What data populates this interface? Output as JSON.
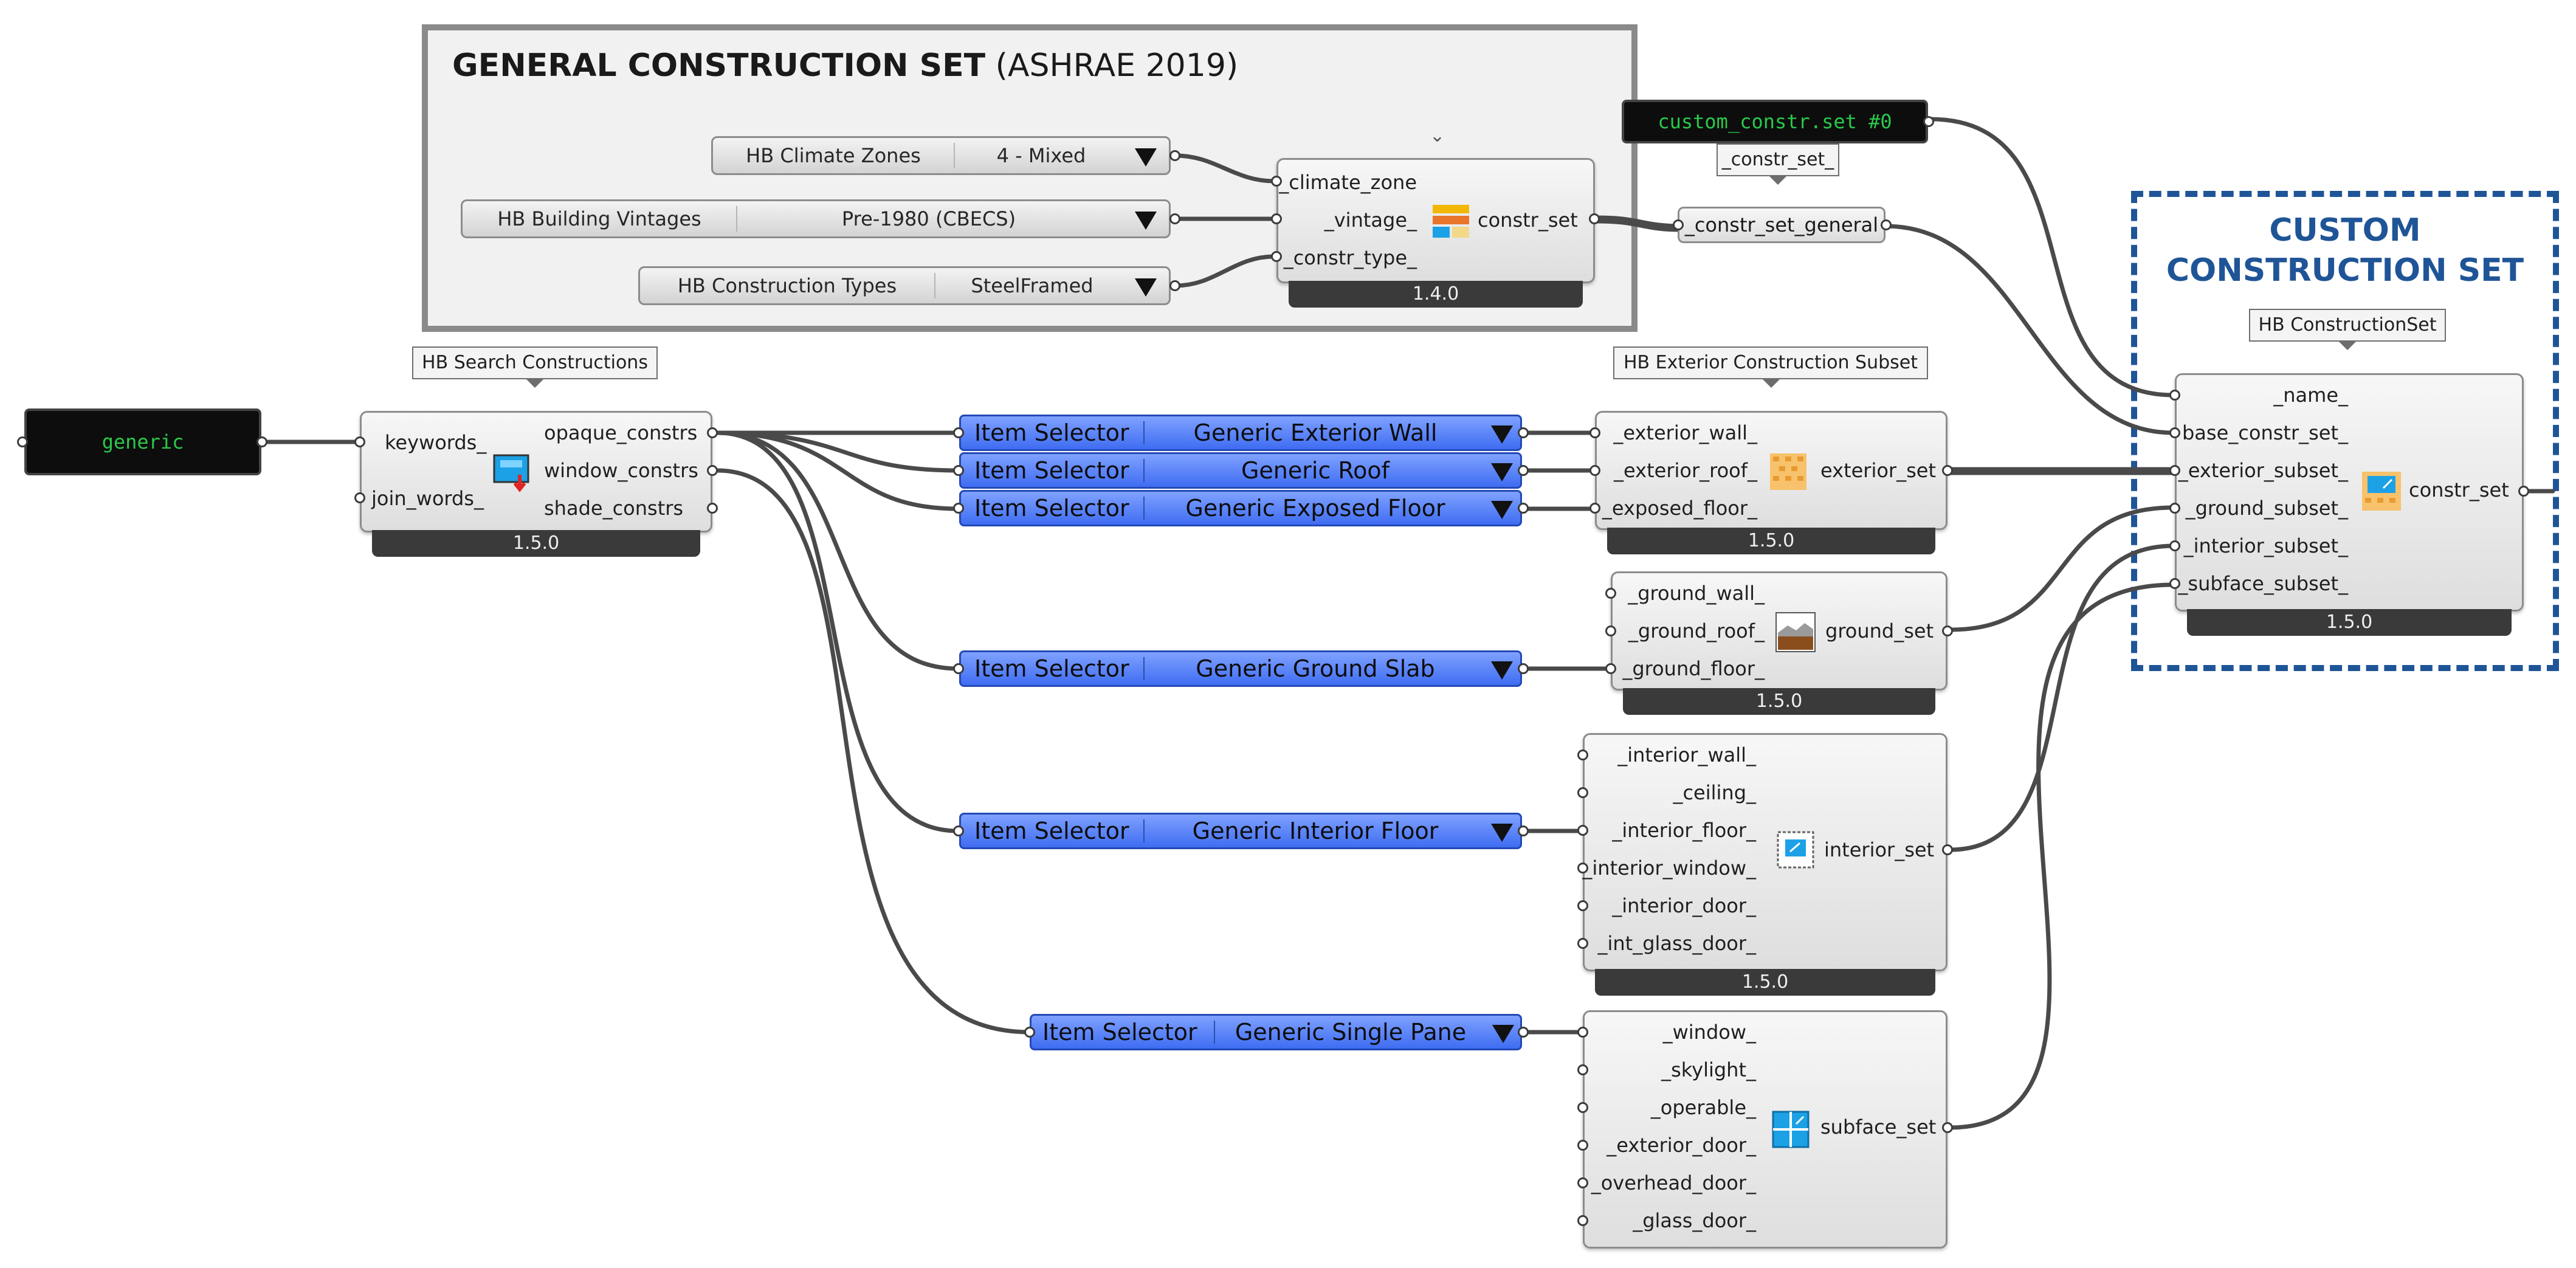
{
  "general_group": {
    "title_bold": "GENERAL CONSTRUCTION SET",
    "title_rest": " (ASHRAE 2019)"
  },
  "custom_group": {
    "title_line1": "CUSTOM",
    "title_line2": "CONSTRUCTION SET"
  },
  "value_lists": {
    "climate": {
      "label": "HB Climate Zones",
      "value": "4 - Mixed"
    },
    "vintage": {
      "label": "HB Building Vintages",
      "value": "Pre-1980 (CBECS)"
    },
    "ctype": {
      "label": "HB Construction Types",
      "value": "SteelFramed"
    }
  },
  "construction_set_node": {
    "inputs": [
      "_climate_zone",
      "_vintage_",
      "_constr_type_"
    ],
    "output": "constr_set",
    "version": "1.4.0"
  },
  "custom_panel": {
    "text": "custom_constr.set #0"
  },
  "relays": {
    "constr_set": "_constr_set_",
    "constr_set_general": "_constr_set_general"
  },
  "search_panel": {
    "text": "generic"
  },
  "search_node": {
    "tag": "HB Search Constructions",
    "inputs": [
      "keywords_",
      "join_words_"
    ],
    "outputs": [
      "opaque_constrs",
      "window_constrs",
      "shade_constrs"
    ],
    "version": "1.5.0"
  },
  "item_selectors": [
    {
      "label": "Item Selector",
      "value": "Generic Exterior Wall"
    },
    {
      "label": "Item Selector",
      "value": "Generic Roof"
    },
    {
      "label": "Item Selector",
      "value": "Generic Exposed Floor"
    },
    {
      "label": "Item Selector",
      "value": "Generic Ground Slab"
    },
    {
      "label": "Item Selector",
      "value": "Generic Interior Floor"
    },
    {
      "label": "Item Selector",
      "value": "Generic Single Pane"
    }
  ],
  "exterior_node": {
    "tag": "HB Exterior Construction Subset",
    "inputs": [
      "_exterior_wall_",
      "_exterior_roof_",
      "_exposed_floor_"
    ],
    "output": "exterior_set",
    "version": "1.5.0"
  },
  "ground_node": {
    "inputs": [
      "_ground_wall_",
      "_ground_roof_",
      "_ground_floor_"
    ],
    "output": "ground_set",
    "version": "1.5.0"
  },
  "interior_node": {
    "inputs": [
      "_interior_wall_",
      "_ceiling_",
      "_interior_floor_",
      "_interior_window_",
      "_interior_door_",
      "_int_glass_door_"
    ],
    "output": "interior_set",
    "version": "1.5.0"
  },
  "subface_node": {
    "inputs": [
      "_window_",
      "_skylight_",
      "_operable_",
      "_exterior_door_",
      "_overhead_door_",
      "_glass_door_"
    ],
    "output": "subface_set"
  },
  "constructionset_node": {
    "tag": "HB ConstructionSet",
    "inputs": [
      "_name_",
      "base_constr_set_",
      "_exterior_subset_",
      "_ground_subset_",
      "_interior_subset_",
      "_subface_subset_"
    ],
    "output": "constr_set",
    "version": "1.5.0"
  },
  "colors": {
    "group_border": "#8a8a8a",
    "custom_border": "#1f5597",
    "selector_blue": "#4f7cf5",
    "panel_text": "#29c94b",
    "wire": "#4a4a4a"
  }
}
